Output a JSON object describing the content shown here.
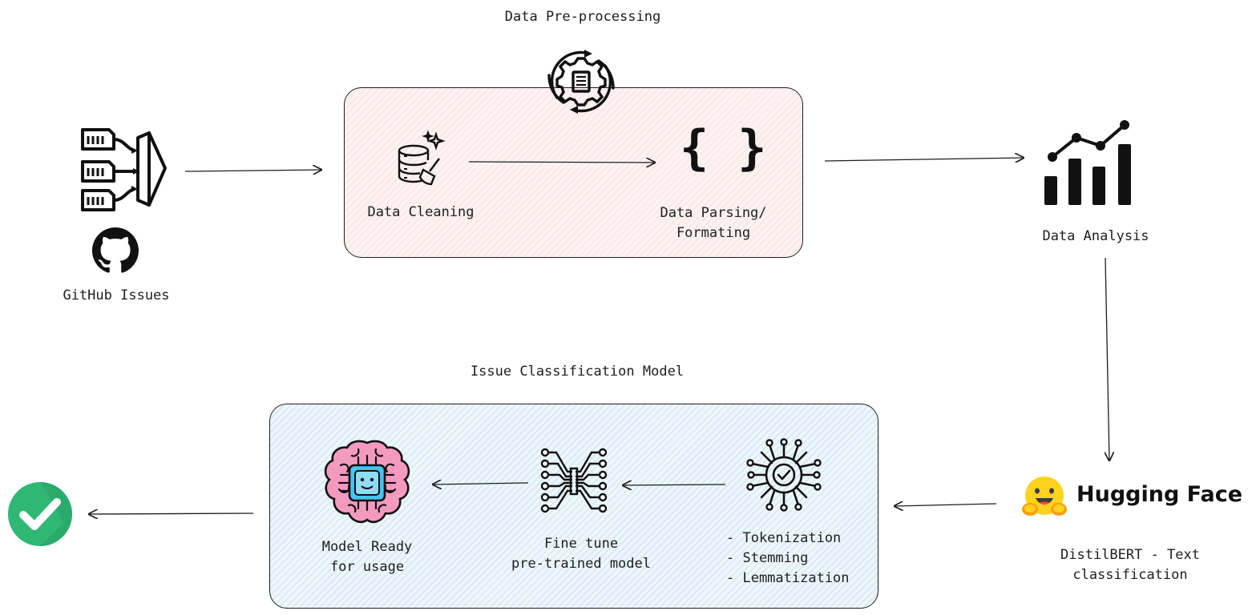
{
  "groups": {
    "preprocessing_title": "Data Pre-processing",
    "model_title": "Issue Classification Model"
  },
  "nodes": {
    "github": "GitHub Issues",
    "cleaning": "Data Cleaning",
    "parsing_line1": "Data Parsing/",
    "parsing_line2": "Formating",
    "analysis": "Data Analysis",
    "hf_brand": "Hugging Face",
    "hf_line1": "DistilBERT - Text",
    "hf_line2": "classification",
    "prep_line1": "- Tokenization",
    "prep_line2": "- Stemming",
    "prep_line3": "- Lemmatization",
    "finetune_line1": "Fine tune",
    "finetune_line2": "pre-trained model",
    "ready_line1": "Model Ready",
    "ready_line2": "for usage"
  },
  "colors": {
    "preprocessing_fill": "#fbe7e7",
    "model_fill": "#d7eaf7",
    "check_green": "#2fb774",
    "hf_yellow": "#ffd21e",
    "brain_pink": "#f49ac1",
    "chip_blue": "#46c3ee"
  }
}
